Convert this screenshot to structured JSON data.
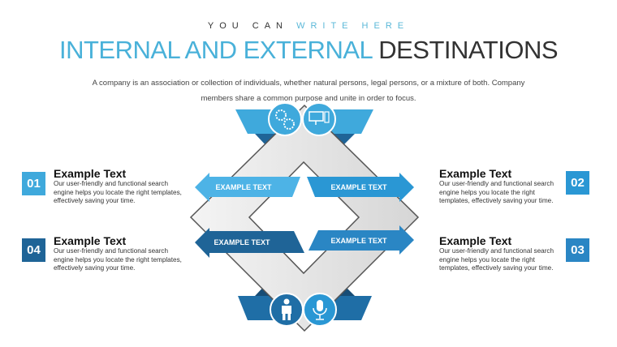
{
  "header": {
    "kicker_a": "YOU CAN",
    "kicker_b": "WRITE HERE",
    "title_a": "INTERNAL AND EXTERNAL",
    "title_b": "DESTINATIONS",
    "description": "A company is an association or collection of individuals, whether natural persons, legal persons, or a mixture of both. Company members share a common purpose and unite in order to focus."
  },
  "items": [
    {
      "number": "01",
      "title": "Example Text",
      "body": "Our user-friendly and functional search engine helps you locate the right templates, effectively saving your time.",
      "color": "#3fa9dc"
    },
    {
      "number": "02",
      "title": "Example Text",
      "body": "Our user-friendly and functional search engine helps you locate the right templates, effectively saving your time.",
      "color": "#2a97d4"
    },
    {
      "number": "03",
      "title": "Example Text",
      "body": "Our user-friendly and functional search engine helps you locate the right templates, effectively saving your time.",
      "color": "#2a86c4"
    },
    {
      "number": "04",
      "title": "Example Text",
      "body": "Our user-friendly and functional search engine helps you locate the right templates, effectively saving your time.",
      "color": "#1f6497"
    }
  ],
  "arrows": [
    "EXAMPLE TEXT",
    "EXAMPLE TEXT",
    "EXAMPLE TEXT",
    "EXAMPLE TEXT"
  ],
  "icons": [
    "gears-icon",
    "computer-icon",
    "person-icon",
    "microphone-icon"
  ]
}
